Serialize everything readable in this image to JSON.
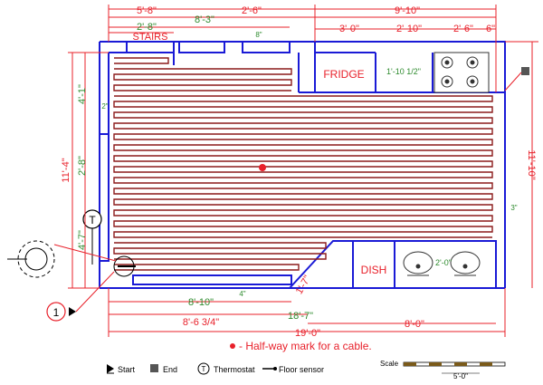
{
  "dimensions": {
    "top_total": "9'-10\"",
    "top_5_8": "5'-8\"",
    "top_8_3": "8'-3\"",
    "top_2_6": "2'-6\"",
    "stairs_width": "2'-8\"",
    "k_3_0": "3'-0\"",
    "k_2_10": "2'-10\"",
    "k_2_6": "2'-6\"",
    "k_6": "6\"",
    "fridge_depth": "1'-10 1/2\"",
    "left_4_1": "4'-1\"",
    "left_11_4": "11'-4\"",
    "left_2_8": "2'-8\"",
    "left_4_7": "4'-7\"",
    "right_11_10": "11'-10\"",
    "bottom_8_10": "8'-10\"",
    "bottom_8_6_3_4": "8'-6 3/4\"",
    "bottom_18_7": "18'-7\"",
    "bottom_19_0": "19'-0\"",
    "bottom_8_0": "8'-0\"",
    "angled_1_7": "1'-7\"",
    "sink_spacing": "2'-0\"",
    "spacing_8": "8\"",
    "spacing_2": "2\"",
    "spacing_3": "3\"",
    "spacing_4": "4\""
  },
  "rooms": {
    "stairs": "STAIRS",
    "fridge": "FRIDGE",
    "dish": "DISH"
  },
  "thermostat_symbol": "T",
  "start_number": "1",
  "halfway_note": "- Half-way mark for a cable.",
  "legend": {
    "start": "Start",
    "end": "End",
    "thermostat": "Thermostat",
    "floor_sensor": "Floor sensor",
    "scale_label": "Scale",
    "scale_value": "5'-0\""
  },
  "colors": {
    "wall": "#1a1ad6",
    "dimension": "#e8202a",
    "heating_cable": "#8b1a1a",
    "halfway_mark": "#e8202a",
    "spacing_text": "#2e8b2e"
  }
}
